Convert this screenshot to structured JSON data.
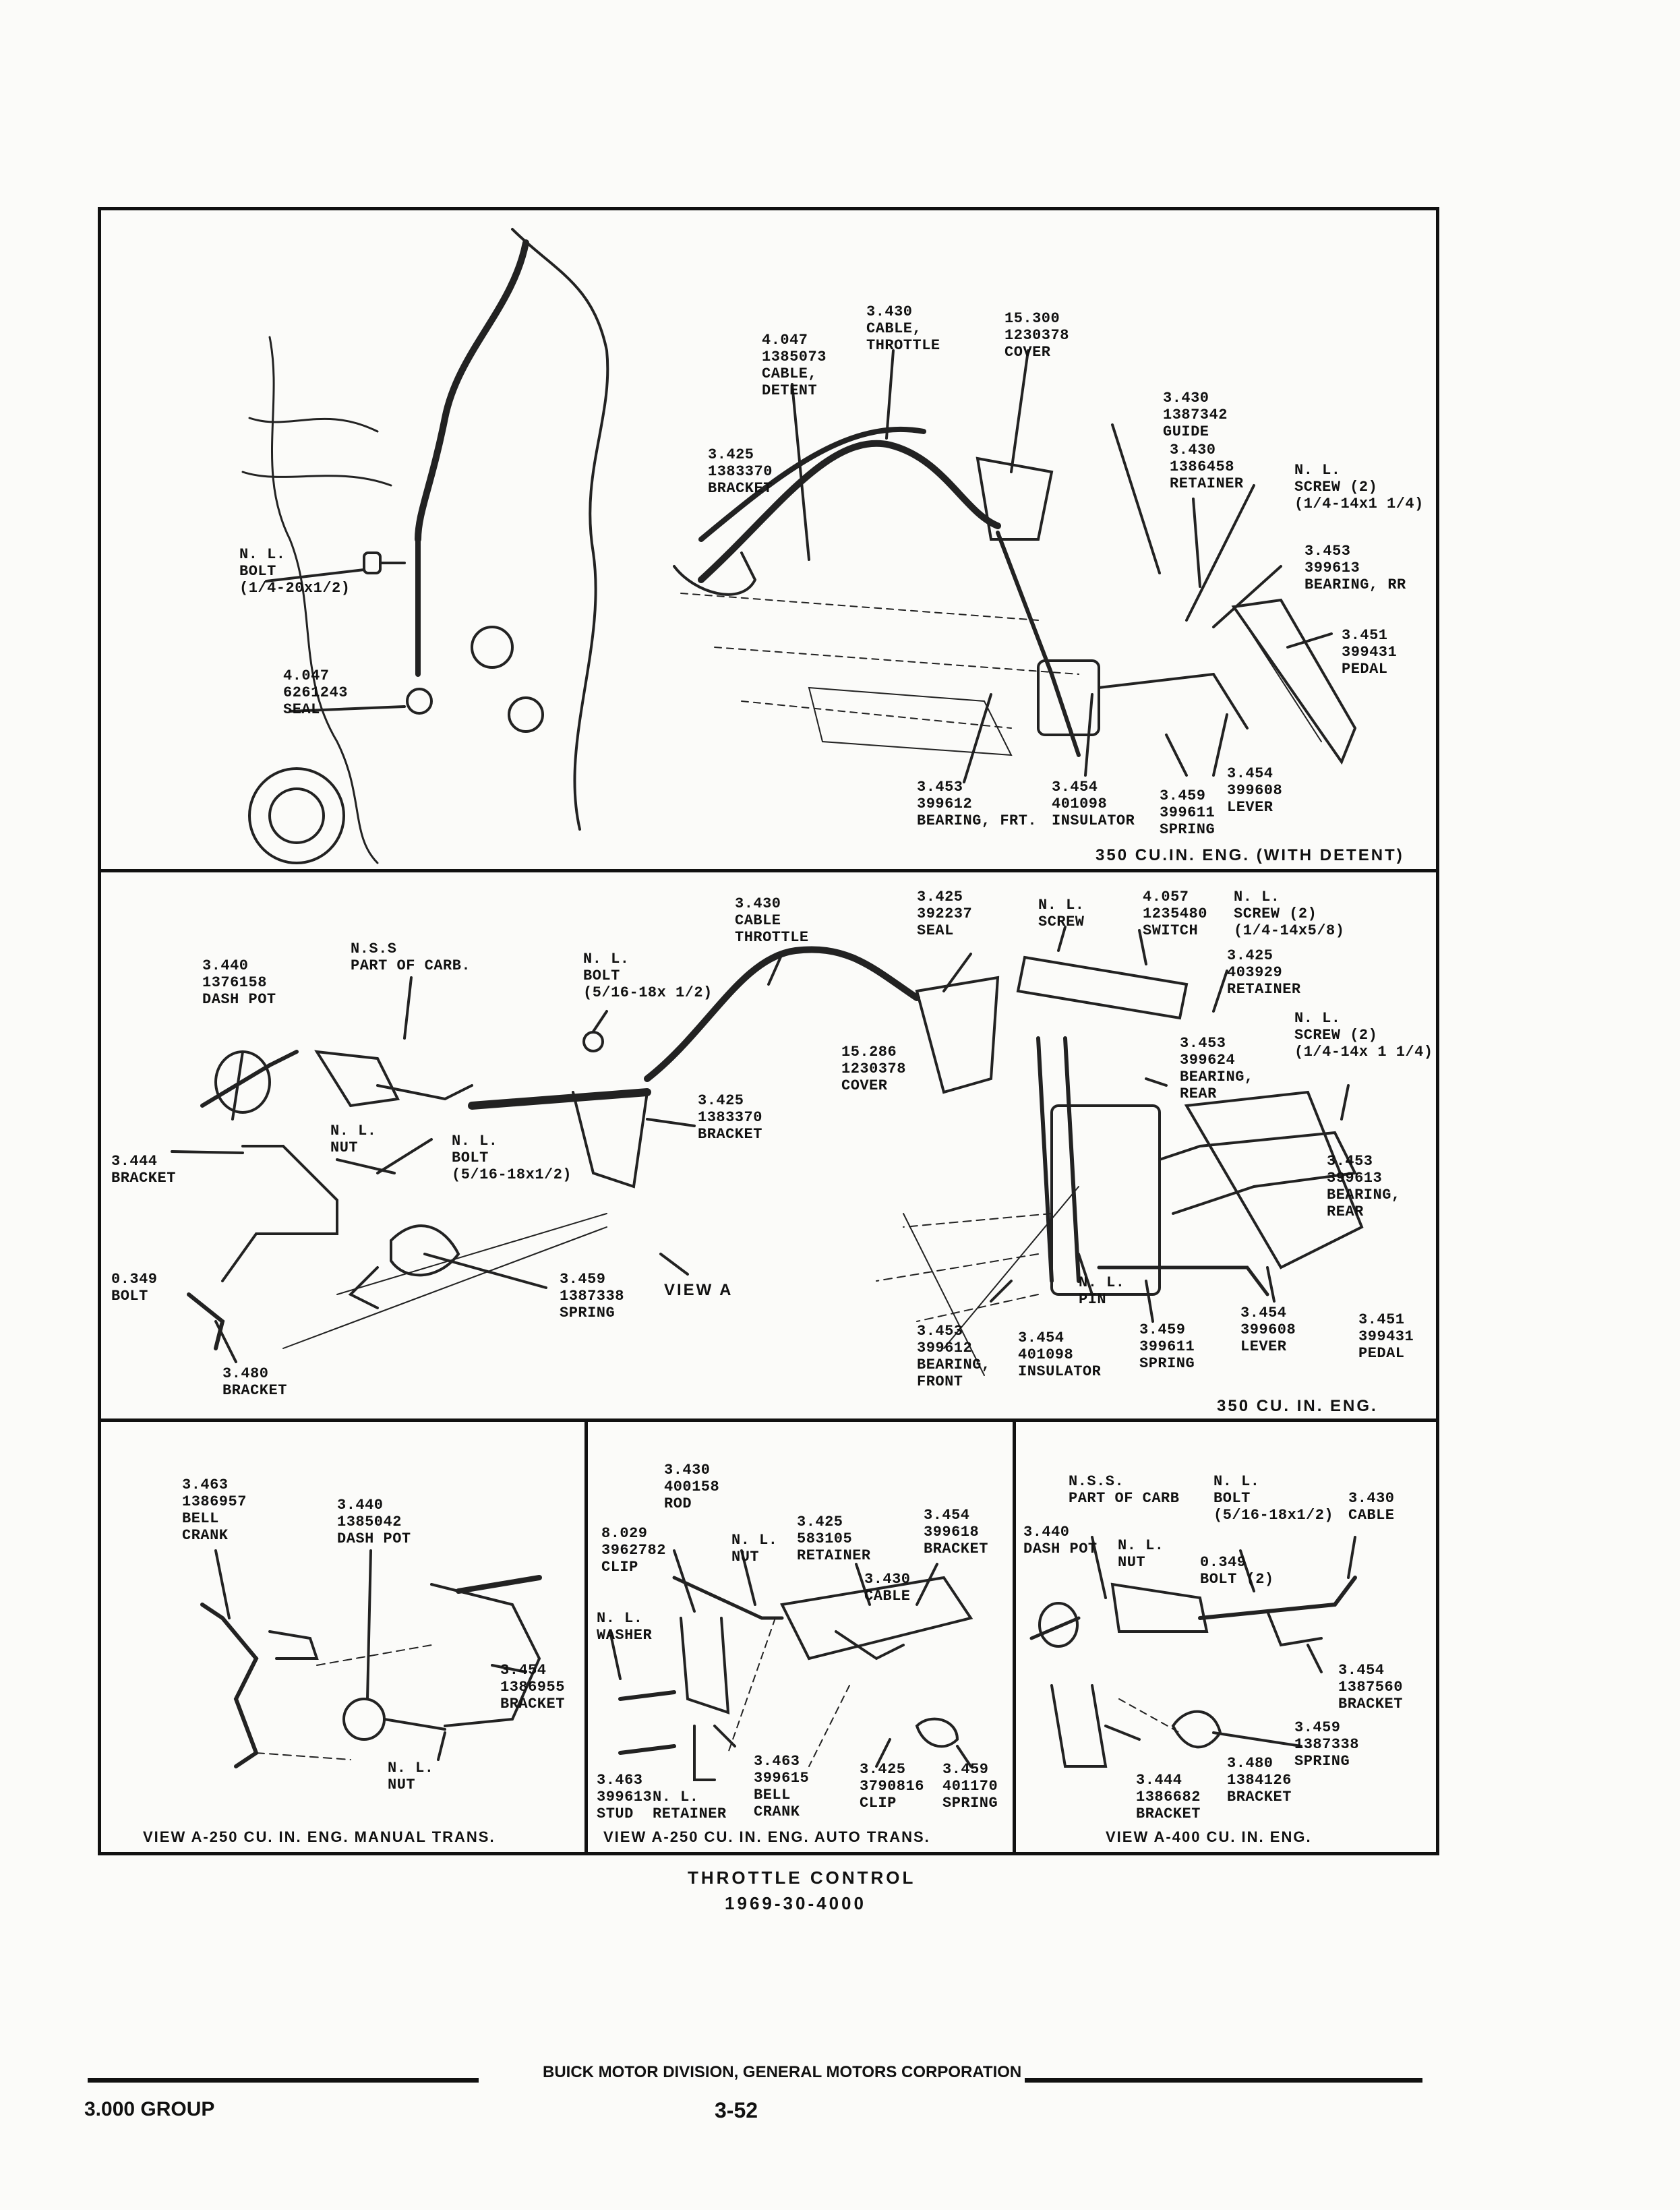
{
  "panel_top": {
    "labels": {
      "cable_detent": "4.047\n1385073\nCABLE,\nDETENT",
      "cable_throttle": "3.430\nCABLE,\nTHROTTLE",
      "cover": "15.300\n1230378\nCOVER",
      "guide": "3.430\n1387342\nGUIDE",
      "retainer": "3.430\n1386458\nRETAINER",
      "screw": "N. L.\nSCREW (2)\n(1/4-14x1 1/4)",
      "bracket": "3.425\n1383370\nBRACKET",
      "bolt": "N. L.\nBOLT\n(1/4-20x1/2)",
      "seal": "4.047\n6261243\nSEAL",
      "bearing_rr": "3.453\n399613\nBEARING, RR",
      "pedal": "3.451\n399431\nPEDAL",
      "lever": "3.454\n399608\nLEVER",
      "spring": "3.459\n399611\nSPRING",
      "insulator": "3.454\n401098\nINSULATOR",
      "bearing_frt": "3.453\n399612\nBEARING, FRT."
    },
    "caption": "350 CU.IN. ENG. (WITH DETENT)"
  },
  "panel_mid": {
    "labels": {
      "dash_pot": "3.440\n1376158\nDASH POT",
      "part_of_carb": "N.S.S\nPART OF CARB.",
      "bolt_top": "N. L.\nBOLT\n(5/16-18x 1/2)",
      "cable_throttle": "3.430\nCABLE\nTHROTTLE",
      "seal": "3.425\n392237\nSEAL",
      "screw": "N. L.\nSCREW",
      "switch": "4.057\n1235480\nSWITCH",
      "screw_2": "N. L.\nSCREW (2)\n(1/4-14x5/8)",
      "retainer": "3.425\n403929\nRETAINER",
      "screw_3": "N. L.\nSCREW (2)\n(1/4-14x 1 1/4)",
      "bearing_rear": "3.453\n399624\nBEARING,\nREAR",
      "cover": "15.286\n1230378\nCOVER",
      "bracket_mid": "3.425\n1383370\nBRACKET",
      "nut": "N. L.\nNUT",
      "bolt_mid": "N. L.\nBOLT\n(5/16-18x1/2)",
      "bracket_left": "3.444\nBRACKET",
      "bolt_left": "0.349\nBOLT",
      "spring": "3.459\n1387338\nSPRING",
      "view_a": "VIEW A",
      "bracket_bottom": "3.480\nBRACKET",
      "bearing_rear_2": "3.453\n399613\nBEARING,\nREAR",
      "pin": "N. L.\nPIN",
      "bearing_front": "3.453\n399612\nBEARING,\nFRONT",
      "insulator": "3.454\n401098\nINSULATOR",
      "spring_2": "3.459\n399611\nSPRING",
      "lever": "3.454\n399608\nLEVER",
      "pedal": "3.451\n399431\nPEDAL"
    },
    "caption": "350 CU. IN. ENG."
  },
  "panel_bl": {
    "labels": {
      "bell_crank": "3.463\n1386957\nBELL\nCRANK",
      "dash_pot": "3.440\n1385042\nDASH POT",
      "bracket": "3.454\n1386955\nBRACKET",
      "nut": "N. L.\nNUT"
    },
    "caption": "VIEW A-250 CU. IN. ENG. MANUAL TRANS."
  },
  "panel_bm": {
    "labels": {
      "rod": "3.430\n400158\nROD",
      "clip": "8.029\n3962782\nCLIP",
      "nut": "N. L.\nNUT",
      "retainer": "3.425\n583105\nRETAINER",
      "bracket": "3.454\n399618\nBRACKET",
      "cable": "3.430\nCABLE",
      "washer": "N. L.\nWASHER",
      "bell_crank": "3.463\n399615\nBELL\nCRANK",
      "clip_2": "3.425\n3790816\nCLIP",
      "spring": "3.459\n401170\nSPRING",
      "stud": "3.463\n399613\nSTUD",
      "retainer_2": "N. L.\nRETAINER"
    },
    "caption": "VIEW A-250 CU. IN. ENG. AUTO TRANS."
  },
  "panel_br": {
    "labels": {
      "part_of_carb": "N.S.S.\nPART OF CARB",
      "bolt": "N. L.\nBOLT\n(5/16-18x1/2)",
      "cable": "3.430\nCABLE",
      "dash_pot": "3.440\nDASH POT",
      "nut": "N. L.\nNUT",
      "bolt_2": "0.349\nBOLT (2)",
      "bracket": "3.454\n1387560\nBRACKET",
      "spring": "3.459\n1387338\nSPRING",
      "bracket_2": "3.480\n1384126\nBRACKET",
      "bracket_3": "3.444\n1386682\nBRACKET"
    },
    "caption": "VIEW A-400 CU. IN. ENG."
  },
  "figure": {
    "title": "THROTTLE CONTROL",
    "number": "1969-30-4000"
  },
  "footer": {
    "publisher": "BUICK MOTOR DIVISION, GENERAL MOTORS CORPORATION",
    "group": "3.000 GROUP",
    "page": "3-52"
  }
}
